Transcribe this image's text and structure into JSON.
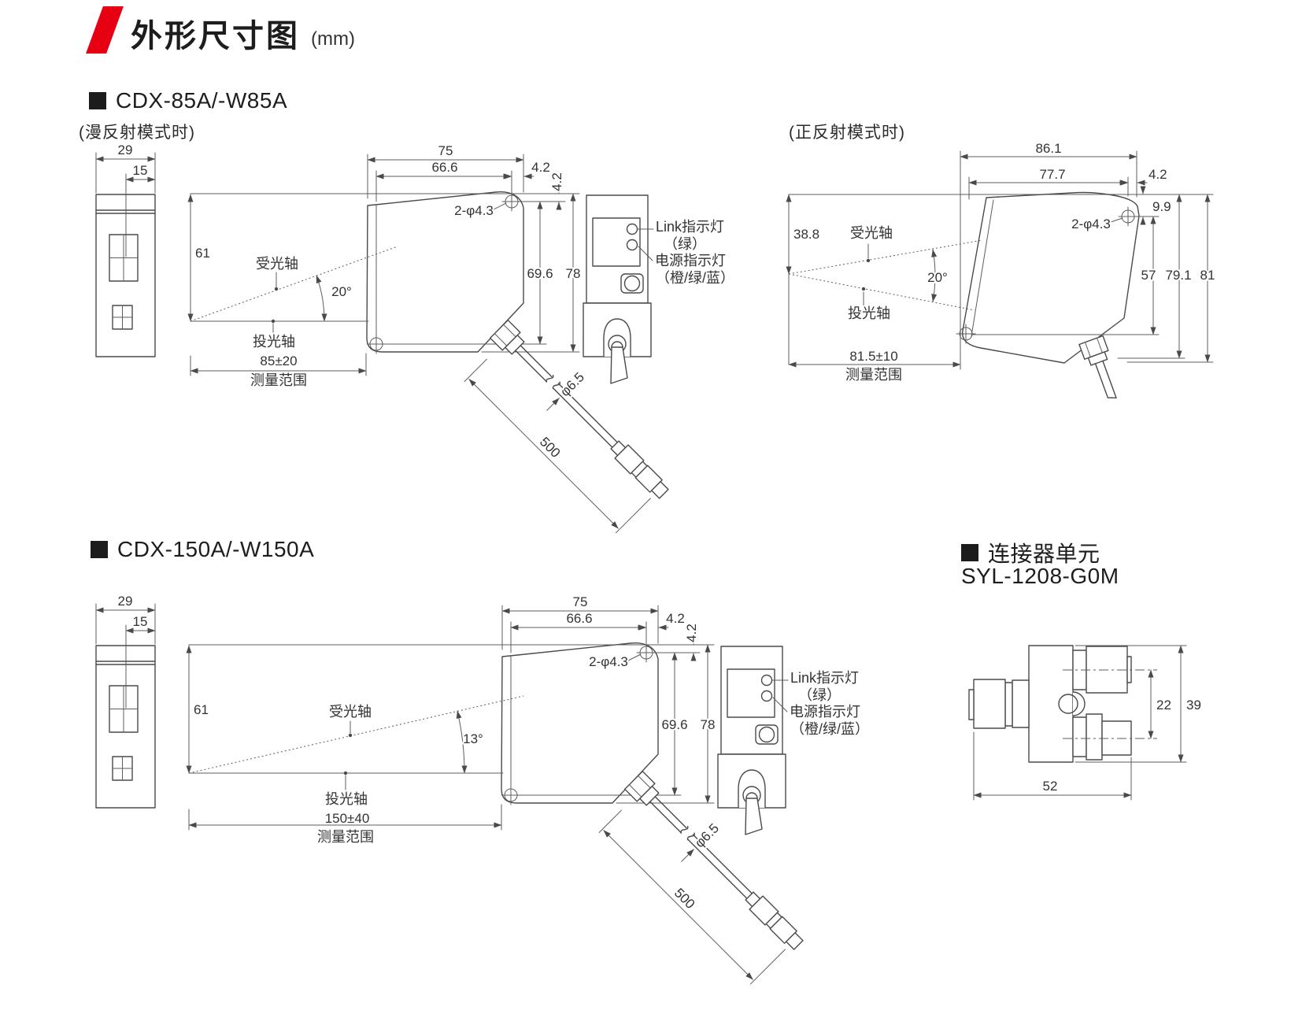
{
  "meta": {
    "title": "外形尺寸图",
    "unit": "(mm)"
  },
  "sections": {
    "s85": {
      "heading": "CDX-85A/-W85A",
      "mode_diffuse": "(漫反射模式时)",
      "mode_specular": "(正反射模式时)"
    },
    "s150": {
      "heading": "CDX-150A/-W150A"
    },
    "conn": {
      "heading": "连接器单元",
      "model": "SYL-1208-G0M"
    }
  },
  "labels": {
    "receiver": "受光轴",
    "emitter": "投光轴",
    "range": "测量范围",
    "link_led": "Link指示灯",
    "link_color": "（绿）",
    "power_led": "电源指示灯",
    "power_color": "（橙/绿/蓝）"
  },
  "d85": {
    "w29": "29",
    "w15": "15",
    "h61": "61",
    "angle": "20°",
    "range": "85±20",
    "w75": "75",
    "w66": "66.6",
    "g42a": "4.2",
    "g42b": "4.2",
    "holes": "2-φ4.3",
    "h69": "69.6",
    "h78": "78",
    "cable_dia": "φ6.5",
    "cable_len": "500"
  },
  "d85s": {
    "h38": "38.8",
    "angle": "20°",
    "range": "81.5±10",
    "w86": "86.1",
    "w77": "77.7",
    "g42": "4.2",
    "g99": "9.9",
    "holes": "2-φ4.3",
    "h57": "57",
    "h79": "79.1",
    "h81": "81"
  },
  "d150": {
    "w29": "29",
    "w15": "15",
    "h61": "61",
    "angle": "13°",
    "range": "150±40",
    "w75": "75",
    "w66": "66.6",
    "g42a": "4.2",
    "g42b": "4.2",
    "holes": "2-φ4.3",
    "h69": "69.6",
    "h78": "78",
    "cable_dia": "φ6.5",
    "cable_len": "500"
  },
  "dconn": {
    "d22": "22",
    "d39": "39",
    "d52": "52"
  },
  "colors": {
    "accent": "#e60012",
    "line": "#4a4a4a",
    "text": "#333333"
  }
}
